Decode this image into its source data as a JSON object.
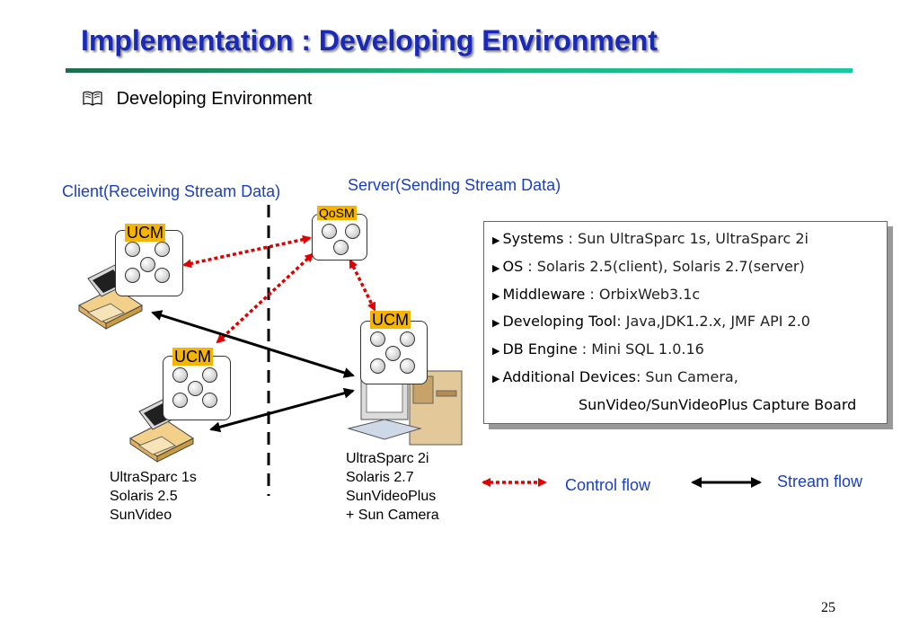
{
  "slide": {
    "title": "Implementation : Developing Environment",
    "subheading": "Developing Environment",
    "page_number": "25"
  },
  "diagram": {
    "client_heading": "Client(Receiving Stream Data)",
    "server_heading": "Server(Sending Stream Data)",
    "qosm_label": "QoSM",
    "ucm_label": "UCM",
    "client1": [
      "UltraSparc 1s",
      "Solaris 2.5",
      "SunVideo"
    ],
    "server": [
      "UltraSparc 2i",
      "Solaris 2.7",
      "SunVideoPlus",
      "+ Sun Camera"
    ],
    "legend": {
      "control_flow": "Control flow",
      "stream_flow": "Stream flow"
    }
  },
  "environment": [
    {
      "key": "Systems",
      "sep": " : ",
      "value": "Sun UltraSparc 1s, UltraSparc 2i"
    },
    {
      "key": "OS",
      "sep": " : ",
      "value": "Solaris 2.5(client), Solaris 2.7(server)"
    },
    {
      "key": "Middleware",
      "sep": " : ",
      "value": "OrbixWeb3.1c"
    },
    {
      "key": "Developing Tool",
      "sep": ": ",
      "value": "Java,JDK1.2.x, JMF API 2.0"
    },
    {
      "key": "DB Engine",
      "sep": " : ",
      "value": "Mini SQL 1.0.16"
    },
    {
      "key": "Additional Devices",
      "sep": ": ",
      "value": "Sun Camera,"
    }
  ],
  "environment_continuation": "SunVideo/SunVideoPlus Capture Board",
  "colors": {
    "title": "#1a2ab8",
    "heading_blue": "#1a3fc4",
    "ucm_label_bg": "#f5b400",
    "control_flow": "#e00000",
    "stream_flow": "#000000"
  }
}
